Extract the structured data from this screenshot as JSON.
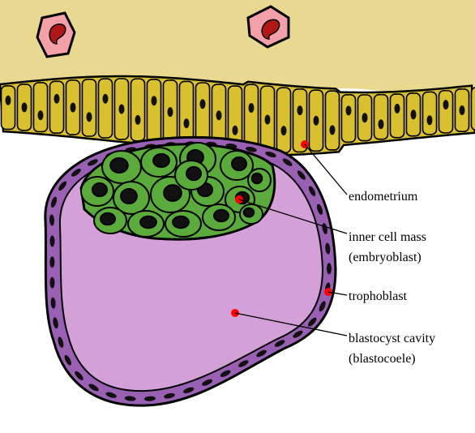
{
  "labels": {
    "endometrium": "endometrium",
    "inner_cell_mass": "inner cell mass",
    "inner_cell_mass_alt": "(embryoblast)",
    "trophoblast": "trophoblast",
    "cavity": "blastocyst cavity",
    "cavity_alt": "(blastocoele)"
  },
  "colors": {
    "stroma": "#e8d890",
    "epithelium": "#d8c030",
    "icm": "#5aaa3c",
    "cavity": "#d4a0d8",
    "trophoblast": "#9a60b4",
    "vessel": "#f4a0a8",
    "marker": "#ff0000"
  }
}
